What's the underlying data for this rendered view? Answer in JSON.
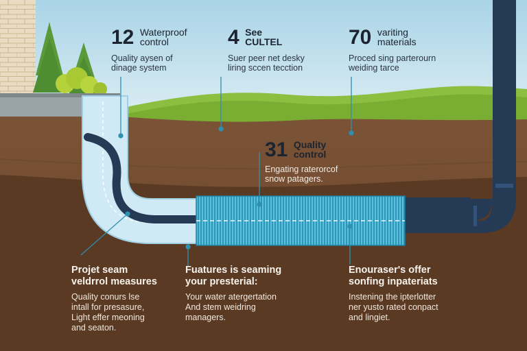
{
  "callouts": [
    {
      "number": "12",
      "label_line1": "Waterproof",
      "label_line2": "control",
      "desc_line1": "Quality aysen of",
      "desc_line2": "dinage system"
    },
    {
      "number": "4",
      "label_line1": "See",
      "label_line2": "CULTEL",
      "desc_line1": "Suer peer net desky",
      "desc_line2": "liring sccen tecction"
    },
    {
      "number": "70",
      "label_line1": "variting",
      "label_line2": "materials",
      "desc_line1": "Proced sing parterourn",
      "desc_line2": "weiding tarce"
    },
    {
      "number": "31",
      "label_line1": "Quality",
      "label_line2": "control",
      "desc_line1": "Engating raterorcof",
      "desc_line2": "snow patagers."
    }
  ],
  "bottom": [
    {
      "heading_line1": "Projet seam",
      "heading_line2": "veldrrol measures",
      "body_line1": "Quality conurs lse",
      "body_line2": "intall for presasure,",
      "body_line3": "Light effer meoning",
      "body_line4": "and seaton."
    },
    {
      "heading_line1": "Fuatures is seaming",
      "heading_line2": "your presterial:",
      "body_line1": "Your water atergertation",
      "body_line2": "And stem weidring",
      "body_line3": "managers.",
      "body_line4": ""
    },
    {
      "heading_line1": "Enouraser's offer",
      "heading_line2": "sonfing inpateriats",
      "body_line1": "Instening the ipterlotter",
      "body_line2": "ner yusto rated conpact",
      "body_line3": "and lingiet.",
      "body_line4": ""
    }
  ],
  "colors": {
    "sky": "#b7dbea",
    "grass": "#8cbf3f",
    "soil_top": "#7a5236",
    "soil_bottom": "#5b3a24",
    "pipe_light": "#cfe9f5",
    "pipe_dark": "#243a55",
    "mesh": "#3aa8c8",
    "accent": "#2e8fb0"
  }
}
